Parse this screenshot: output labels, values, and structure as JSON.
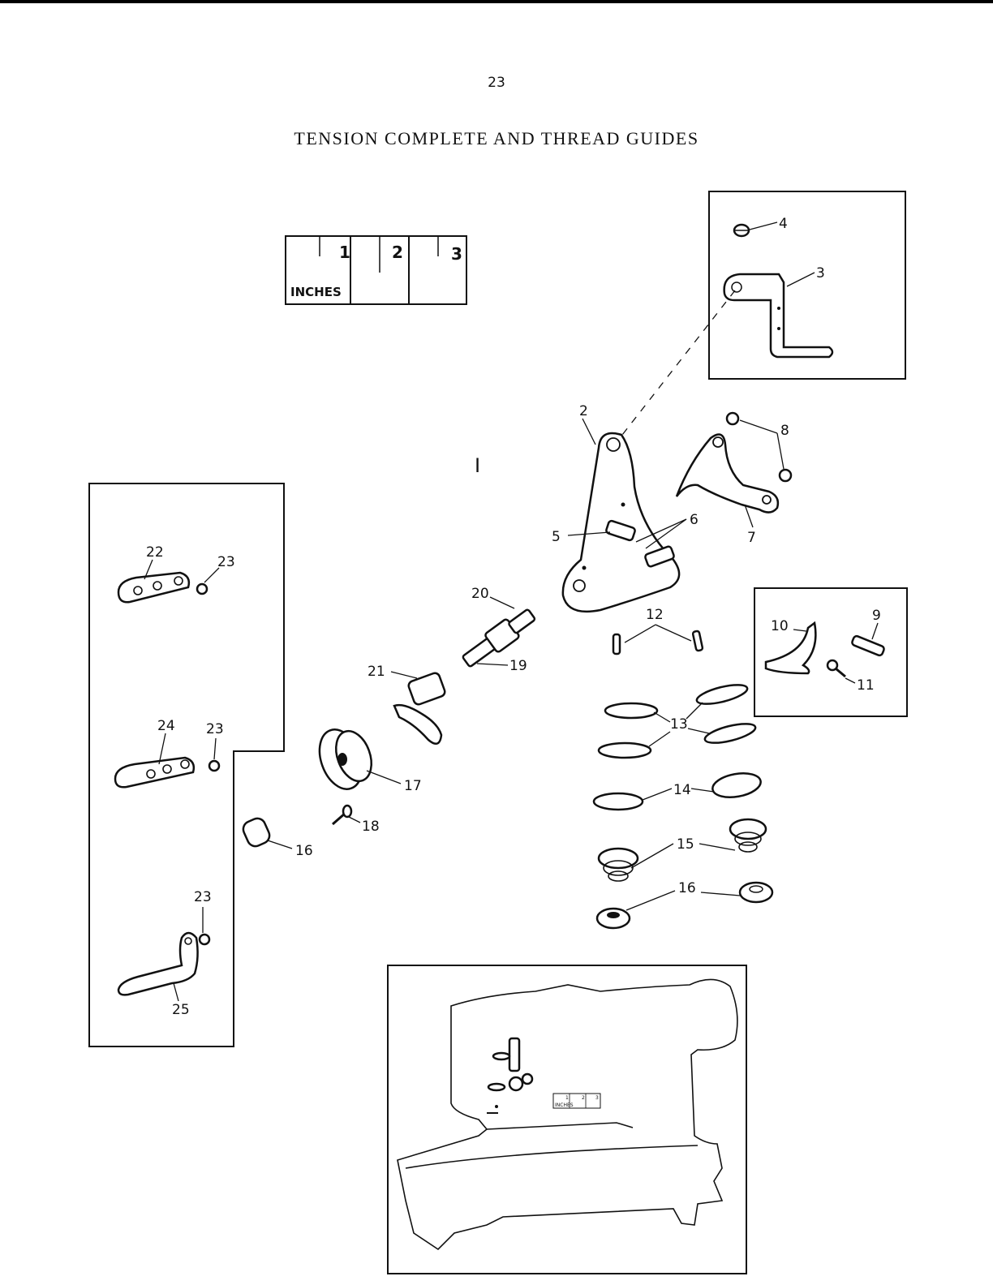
{
  "page": {
    "number": "23",
    "title": "TENSION COMPLETE AND THREAD GUIDES",
    "group_mark": "I"
  },
  "ruler": {
    "numbers": [
      "1",
      "2",
      "3"
    ],
    "unit": "INCHES"
  },
  "parts": {
    "p2": "2",
    "p3": "3",
    "p4": "4",
    "p5": "5",
    "p6": "6",
    "p7": "7",
    "p8": "8",
    "p9": "9",
    "p10": "10",
    "p11": "11",
    "p12": "12",
    "p13": "13",
    "p14": "14",
    "p15": "15",
    "p16a": "16",
    "p16b": "16",
    "p17": "17",
    "p18": "18",
    "p19": "19",
    "p20": "20",
    "p21": "21",
    "p22": "22",
    "p23a": "23",
    "p23b": "23",
    "p23c": "23",
    "p24": "24",
    "p25": "25"
  },
  "mini_ruler": {
    "numbers": [
      "1",
      "2",
      "3"
    ],
    "unit": "INCHES"
  }
}
